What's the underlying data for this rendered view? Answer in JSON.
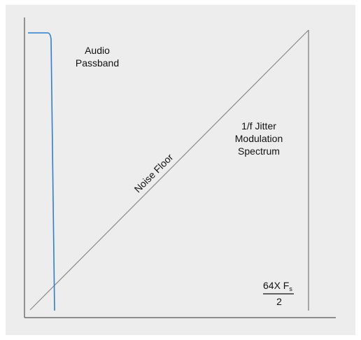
{
  "diagram": {
    "labels": {
      "audio_line1": "Audio",
      "audio_line2": "Passband",
      "noise_floor": "Noise Floor",
      "jitter_line1": "1/f Jitter",
      "jitter_line2": "Modulation",
      "jitter_line3": "Spectrum",
      "fs_numerator_main": "64X F",
      "fs_numerator_sub": "s",
      "fs_denominator": "2"
    },
    "colors": {
      "background": "#ededed",
      "axis": "#555555",
      "noise_floor_line": "#888888",
      "passband_line": "#2d7fd0"
    }
  }
}
